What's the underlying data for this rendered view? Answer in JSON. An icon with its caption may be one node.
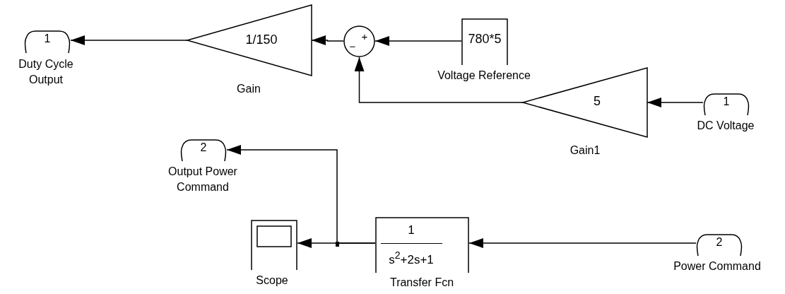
{
  "diagram": {
    "nodes": [
      {
        "text": [
          "1"
        ],
        "beside": [
          "Duty Cycle Output"
        ]
      },
      {
        "text": [
          "1/150"
        ],
        "beside": [
          "Gain"
        ]
      },
      {
        "text": [
          "+",
          "−"
        ]
      },
      {
        "text": [
          "780*5"
        ],
        "beside": [
          "Voltage Reference"
        ]
      },
      {
        "text": [
          "5"
        ],
        "beside": [
          "Gain1"
        ]
      },
      {
        "text": [
          "1"
        ],
        "beside": [
          "DC Voltage"
        ]
      },
      {
        "text": [
          "2"
        ],
        "beside": [
          "Output Power Command"
        ]
      },
      {
        "text": [],
        "shape": "box",
        "beside": [
          "Scope"
        ]
      },
      {
        "text": [
          "1",
          "s$^{2}$+2s+1"
        ],
        "beside": [
          "Transfer Fcn"
        ]
      },
      {
        "text": [
          "2"
        ],
        "beside": [
          "Power Command"
        ]
      }
    ],
    "edges": [
      {
        "from": 1,
        "to": 0,
        "arrow": "to"
      },
      {
        "from": 2,
        "to": 1,
        "arrow": "to"
      },
      {
        "from": 3,
        "to": 2,
        "arrow": "to"
      },
      {
        "from": 4,
        "to": 2,
        "arrow": "to"
      },
      {
        "from": 5,
        "to": 4,
        "arrow": "to"
      },
      {
        "from": 8,
        "to": 7,
        "arrow": "to"
      },
      {
        "from": 8,
        "to": 6,
        "arrow": "to"
      },
      {
        "from": 9,
        "to": 8,
        "arrow": "to"
      }
    ]
  }
}
